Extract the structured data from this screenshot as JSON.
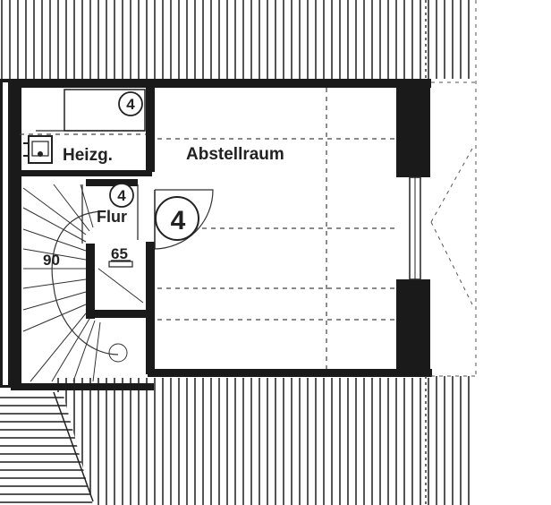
{
  "rooms": {
    "heizung": "Heizg.",
    "abstellraum": "Abstellraum",
    "flur": "Flur"
  },
  "markers": {
    "heizung_number": "4",
    "flur_number": "4",
    "floor_number": "4"
  },
  "dimensions": {
    "stair_width": "90",
    "passage_width": "65"
  }
}
